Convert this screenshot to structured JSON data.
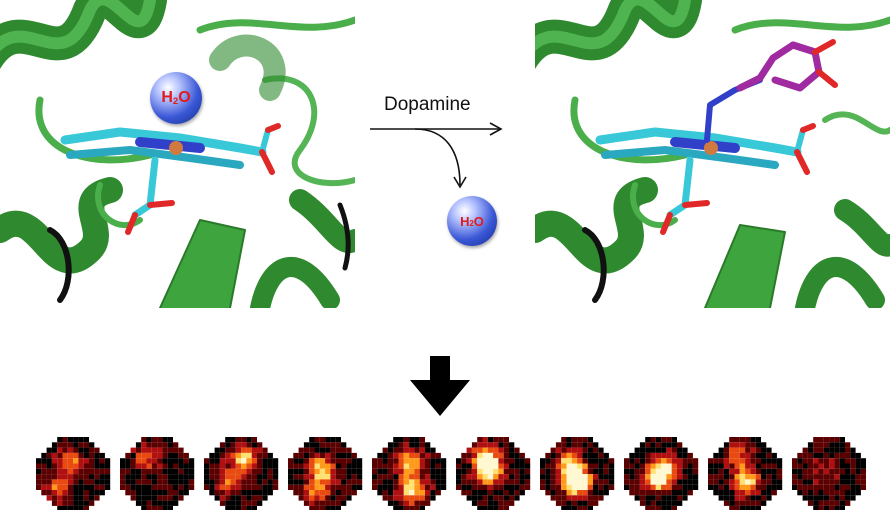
{
  "reaction": {
    "label": "Dopamine",
    "water_bound": {
      "main": "H",
      "sub": "2",
      "tail": "O"
    },
    "water_released": {
      "main": "H",
      "sub": "2",
      "tail": "O"
    }
  },
  "heatmaps": {
    "count": 10,
    "colormap": [
      "#000000",
      "#5a0000",
      "#b01010",
      "#e84a10",
      "#ff9a1a",
      "#ffe070",
      "#fff8d0"
    ]
  },
  "colors": {
    "protein": "#3a9a3a",
    "heme": "#38c8d8",
    "dopamine": "#a02aa0",
    "water_text": "#e21a1a",
    "arrow": "#000000"
  }
}
